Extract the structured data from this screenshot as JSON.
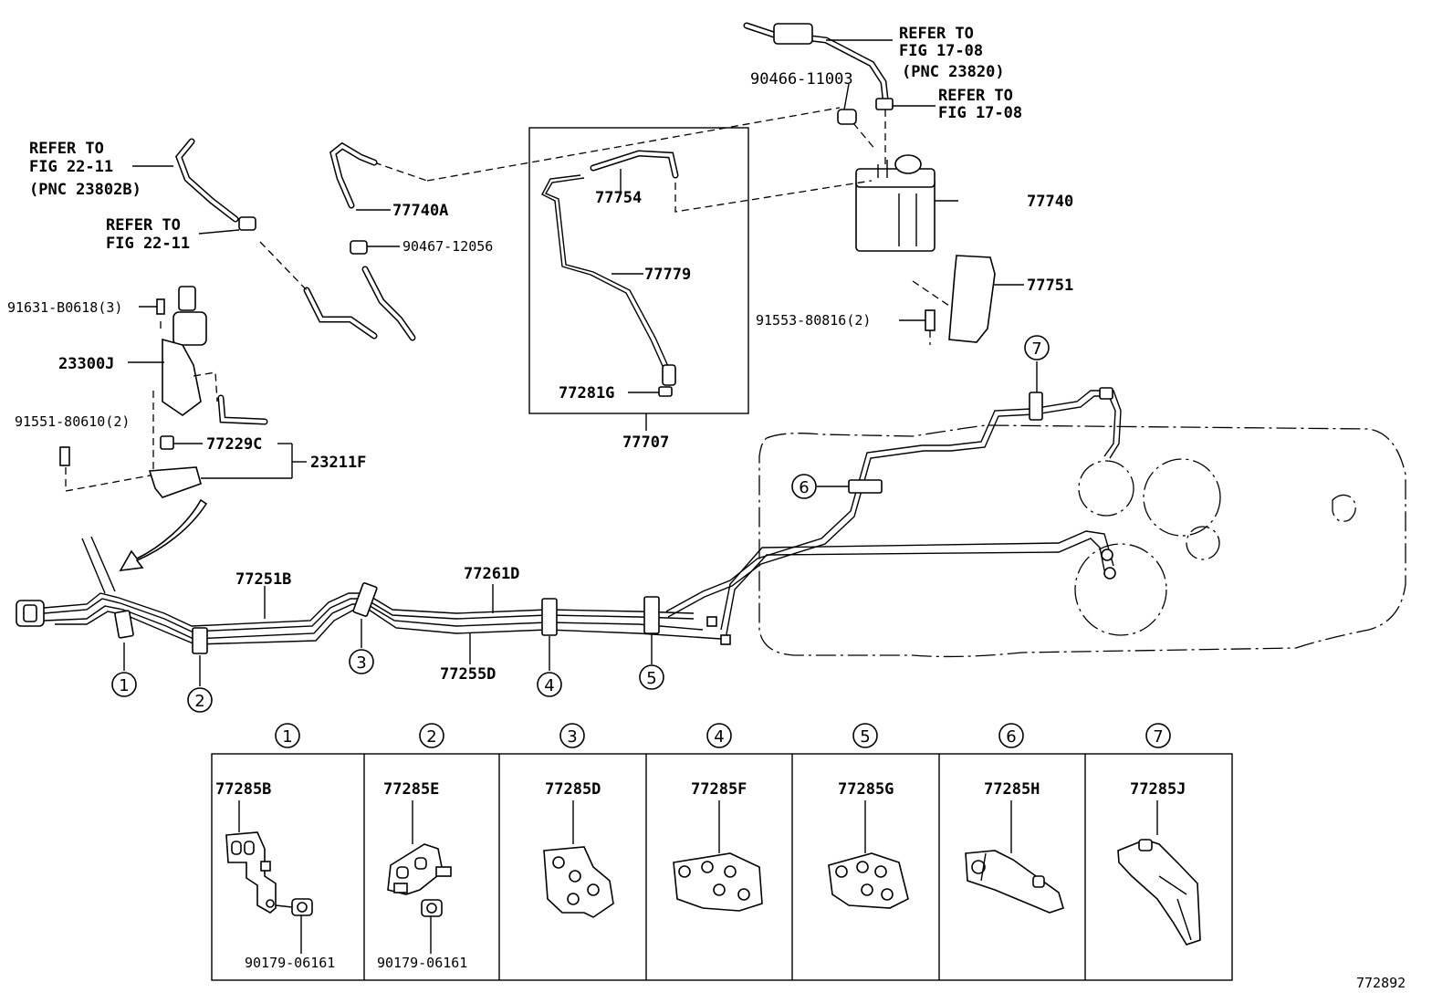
{
  "diagram_id": "772892",
  "refs": {
    "r1": [
      "REFER TO",
      "FIG 17-08",
      "(PNC 23820)"
    ],
    "r2": [
      "REFER TO",
      "FIG 17-08"
    ],
    "r3": [
      "REFER TO",
      "FIG 22-11",
      "(PNC 23802B)"
    ],
    "r4": [
      "REFER TO",
      "FIG 22-11"
    ]
  },
  "parts": {
    "p_90466": "90466-11003",
    "p_77740": "77740",
    "p_77751": "77751",
    "p_91553": "91553-80816(2)",
    "p_77754": "77754",
    "p_77779": "77779",
    "p_77281G": "77281G",
    "p_77707": "77707",
    "p_77740A": "77740A",
    "p_90467": "90467-12056",
    "p_91631": "91631-B0618(3)",
    "p_23300J": "23300J",
    "p_91551": "91551-80610(2)",
    "p_77229C": "77229C",
    "p_23211F": "23211F",
    "p_77251B": "77251B",
    "p_77261D": "77261D",
    "p_77255D": "77255D"
  },
  "callouts": [
    "1",
    "2",
    "3",
    "4",
    "5",
    "6",
    "7"
  ],
  "clamps": [
    {
      "num": "1",
      "part": "77285B",
      "nut": "90179-06161"
    },
    {
      "num": "2",
      "part": "77285E",
      "nut": "90179-06161"
    },
    {
      "num": "3",
      "part": "77285D",
      "nut": ""
    },
    {
      "num": "4",
      "part": "77285F",
      "nut": ""
    },
    {
      "num": "5",
      "part": "77285G",
      "nut": ""
    },
    {
      "num": "6",
      "part": "77285H",
      "nut": ""
    },
    {
      "num": "7",
      "part": "77285J",
      "nut": ""
    }
  ]
}
